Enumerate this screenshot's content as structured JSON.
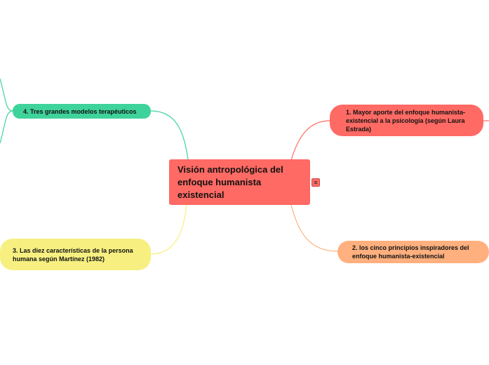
{
  "central": {
    "label": "Visión antropológica del enfoque humanista existencial"
  },
  "nodes": [
    {
      "id": "n1",
      "label": "1. Mayor aporte del enfoque humanista-existencial a la psicología (según Laura Estrada)",
      "color": "#ff6a64"
    },
    {
      "id": "n2",
      "label": "2. los cinco principios inspiradores del enfoque humanista-existencial",
      "color": "#ffb07e"
    },
    {
      "id": "n3",
      "label": "3. Las diez características de la persona humana según Martínez (1982)",
      "color": "#f7f081"
    },
    {
      "id": "n4",
      "label": "4. Tres grandes modelos terapéuticos",
      "color": "#3fd39c"
    }
  ],
  "icons": {
    "menu": "menu-lines-icon"
  },
  "colors": {
    "connector_n1": "#ff6a64",
    "connector_n2": "#ffb07e",
    "connector_n3": "#f7f081",
    "connector_n4": "#3fd39c"
  }
}
